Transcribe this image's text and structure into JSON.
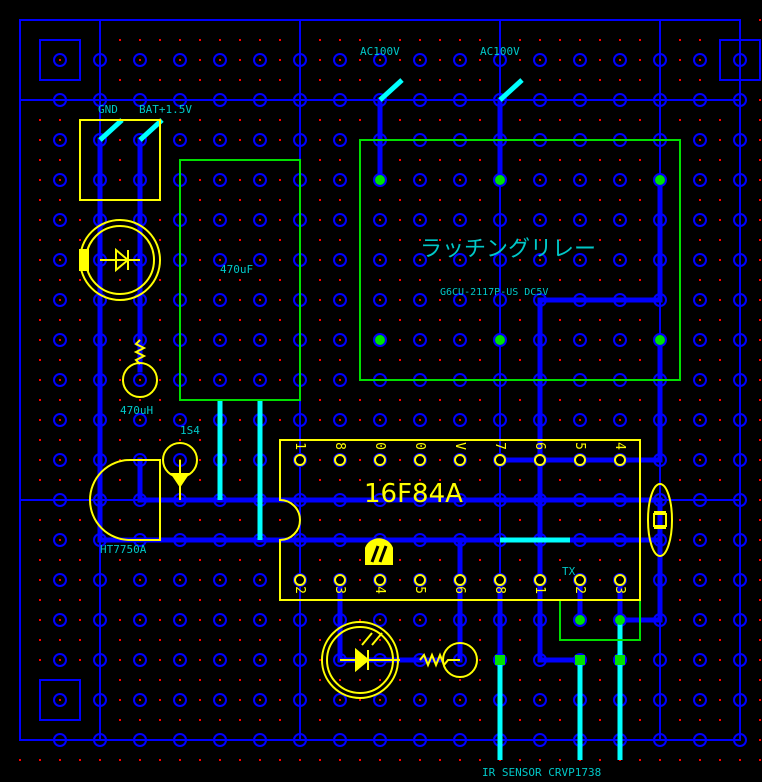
{
  "colors": {
    "trace": "#0000ff",
    "jumper": "#00ffff",
    "part": "#ffff00",
    "box": "#00e000",
    "hole": "#ff0000",
    "text": "#00c8c8"
  },
  "labels": {
    "ac1": "AC100V",
    "ac2": "AC100V",
    "gnd": "GND",
    "bat": "BAT+1.5V",
    "cap": "470uF",
    "relay_title": "ラッチングリレー",
    "relay_model": "G6CU-2117P-US DC5V",
    "inductor": "470uH",
    "diode": "1S4",
    "regulator": "HT7750A",
    "mcu": "16F84A",
    "tx": "TX",
    "ir": "IR SENSOR CRVP1738"
  },
  "mcu_pins": {
    "top": [
      "1",
      "8",
      "0",
      "0",
      "V",
      "7",
      "6",
      "5",
      "4"
    ],
    "bottom": [
      "2",
      "3",
      "4",
      "5",
      "6",
      "8",
      "1",
      "2",
      "3"
    ]
  }
}
